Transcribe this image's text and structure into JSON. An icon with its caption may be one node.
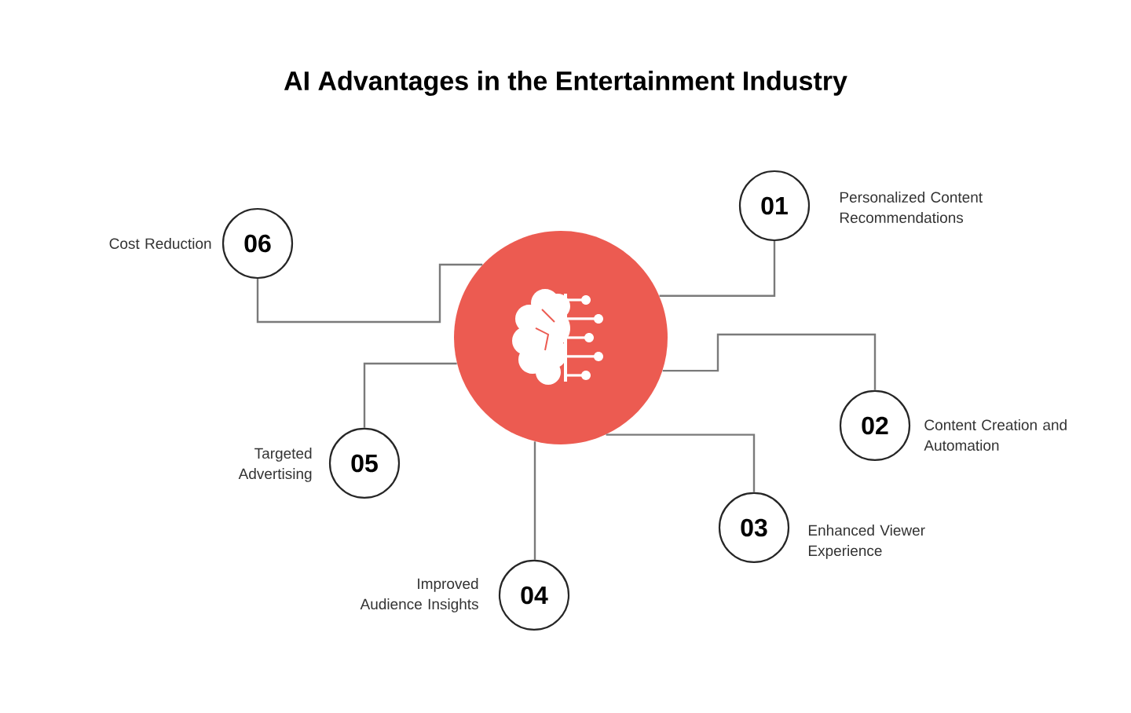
{
  "diagram": {
    "title": "AI Advantages in the Entertainment Industry",
    "nodes": [
      {
        "text": [],
        "shape": "circle"
      },
      {
        "text": [
          "01"
        ],
        "beside": [
          "Personalized Content Recommendations"
        ]
      },
      {
        "text": [
          "02"
        ],
        "beside": [
          "Content Creation and Automation"
        ]
      },
      {
        "text": [
          "03"
        ],
        "beside": [
          "Enhanced Viewer Experience"
        ]
      },
      {
        "text": [
          "04"
        ],
        "beside": [
          "Improved Audience Insights"
        ]
      },
      {
        "text": [
          "05"
        ],
        "beside": [
          "Targeted Advertising"
        ]
      },
      {
        "text": [
          "06"
        ],
        "beside": [
          "Cost Reduction"
        ]
      }
    ],
    "edges": [
      {
        "from": 0,
        "to": 1,
        "arrow": "none"
      },
      {
        "from": 0,
        "to": 2,
        "arrow": "none"
      },
      {
        "from": 0,
        "to": 3,
        "arrow": "none"
      },
      {
        "from": 0,
        "to": 4,
        "arrow": "none"
      },
      {
        "from": 0,
        "to": 5,
        "arrow": "none"
      },
      {
        "from": 0,
        "to": 6,
        "arrow": "none"
      }
    ]
  }
}
